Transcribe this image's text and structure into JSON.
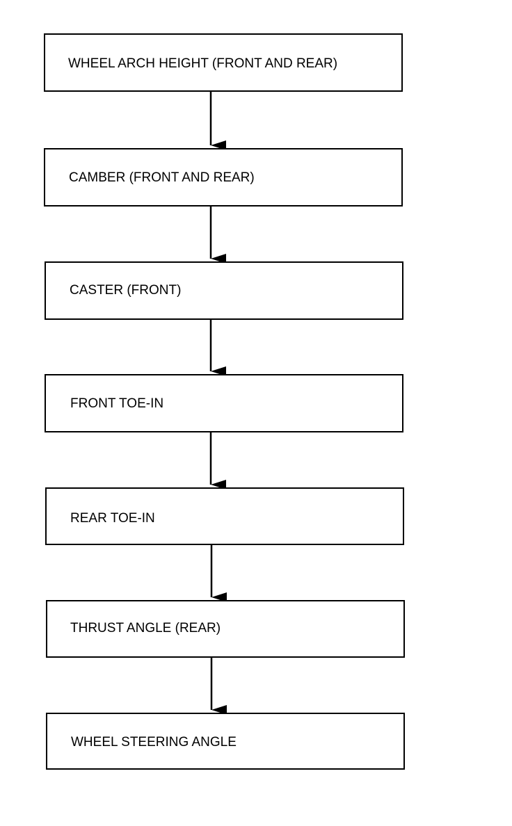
{
  "steps": [
    "WHEEL ARCH HEIGHT (FRONT AND REAR)",
    "CAMBER (FRONT AND REAR)",
    "CASTER (FRONT)",
    "FRONT TOE-IN",
    "REAR TOE-IN",
    "THRUST ANGLE (REAR)",
    "WHEEL STEERING ANGLE"
  ]
}
